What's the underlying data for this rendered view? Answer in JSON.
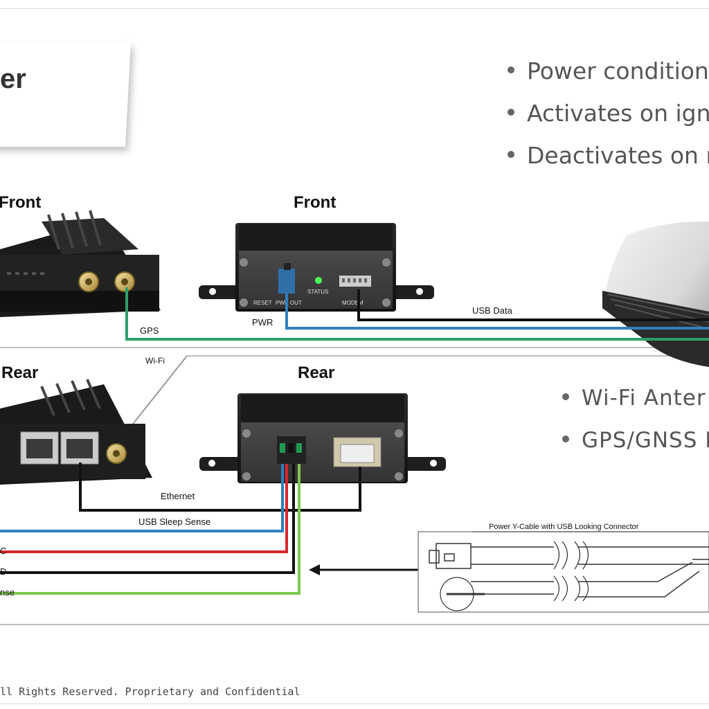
{
  "title": {
    "partial": "er"
  },
  "bullets_top": [
    "Power conditioni",
    "Activates on ignit",
    "Deactivates on ro"
  ],
  "bullets_mid": [
    "Wi-Fi Anter",
    "GPS/GNSS I"
  ],
  "left_device": {
    "front_label": "Front",
    "rear_label": "Rear"
  },
  "power_module": {
    "front_label": "Front",
    "rear_label": "Rear",
    "front_port_labels": [
      "RESET",
      "PWR OUT",
      "STATUS",
      "MODEM"
    ]
  },
  "wire_labels": {
    "usb_data": "USB Data",
    "gps": "GPS",
    "pwr": "PWR",
    "wifi": "Wi-Fi",
    "ethernet": "Ethernet",
    "usb_sleep_sense": "USB Sleep Sense",
    "dc_partial": "C",
    "gnd_partial": "D",
    "sense_partial": "nse"
  },
  "cable_drawing": {
    "title": "Power Y-Cable with USB Looking Connector"
  },
  "footer": "ll Rights Reserved.  Proprietary and Confidential",
  "colors": {
    "gps_wire": "#2e9e6e",
    "usb_wire": "#2f7fbf",
    "red_wire": "#d8262a",
    "black_wire": "#111111",
    "sense_wire": "#7ec850",
    "device_body": "#1b1b1b"
  }
}
